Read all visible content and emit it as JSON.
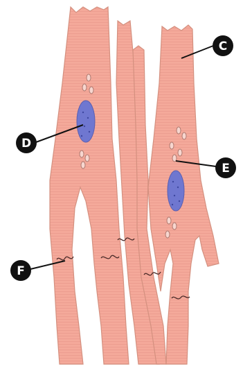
{
  "colors": {
    "fiber_fill": "#f4a99a",
    "fiber_edge": "#d4907f",
    "nucleus_fill": "#6f77d0",
    "label_bg": "#111111",
    "label_text": "#ffffff",
    "disc_line": "#4a2a28"
  },
  "labels": {
    "C": "C",
    "D": "D",
    "E": "E",
    "F": "F"
  }
}
